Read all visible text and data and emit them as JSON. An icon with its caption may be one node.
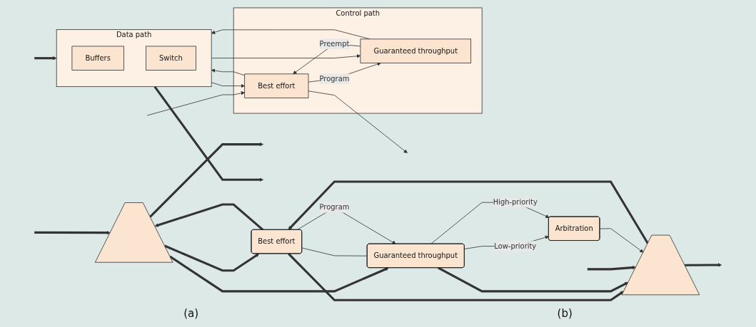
{
  "diagram": {
    "nodes": [
      {
        "text": [],
        "shape": "trapezoid"
      },
      {
        "text": [
          "Best effort"
        ]
      },
      {
        "text": [
          "Guaranteed throughput"
        ]
      },
      {
        "text": [
          "Arbitration"
        ]
      },
      {
        "text": [],
        "shape": "trapezoid"
      },
      {
        "text": [
          "Control path"
        ]
      },
      {
        "text": [
          "Best effort"
        ],
        "in": 5
      },
      {
        "text": [
          "Guaranteed throughput"
        ],
        "in": 5
      },
      {
        "text": [
          "Data path"
        ]
      },
      {
        "text": [
          "Buffers"
        ],
        "in": 8
      },
      {
        "text": [
          "Switch"
        ],
        "in": 8
      }
    ],
    "edges": [
      {
        "from": null,
        "to": 0,
        "arrow": "to",
        "style": "thick"
      },
      {
        "from": 0,
        "to": null,
        "arrow": "to",
        "style": "thick"
      },
      {
        "from": 0,
        "to": 1,
        "arrow": "to",
        "style": "thick"
      },
      {
        "from": 1,
        "to": 0,
        "arrow": "to",
        "style": "thick"
      },
      {
        "from": 1,
        "to": 4,
        "arrow": "to",
        "style": "thick"
      },
      {
        "from": 4,
        "to": 1,
        "arrow": "to",
        "style": "thick"
      },
      {
        "from": 0,
        "to": 2,
        "arrow": "to",
        "style": "thick"
      },
      {
        "from": 2,
        "to": 4,
        "arrow": "to",
        "style": "thick"
      },
      {
        "from": 4,
        "to": null,
        "arrow": "to",
        "style": "thick"
      },
      {
        "from": null,
        "to": 4,
        "arrow": "to",
        "style": "thick"
      },
      {
        "from": 1,
        "to": 2,
        "arrow": "none"
      },
      {
        "from": 1,
        "to": 2,
        "arrow": "to",
        "label": "Program"
      },
      {
        "from": 2,
        "to": 3,
        "arrow": "to",
        "label": "Low-priority"
      },
      {
        "from": 2,
        "to": 3,
        "arrow": "to",
        "label": "High-priority"
      },
      {
        "from": 3,
        "to": 4,
        "arrow": "to"
      },
      {
        "from": 6,
        "to": null,
        "arrow": "to"
      },
      {
        "from": null,
        "to": 6,
        "arrow": "to"
      },
      {
        "from": 7,
        "to": 6,
        "arrow": "to",
        "label": "Preempt"
      },
      {
        "from": 6,
        "to": 7,
        "arrow": "to",
        "label": "Program"
      },
      {
        "from": 8,
        "to": 6,
        "arrow": "to"
      },
      {
        "from": 8,
        "to": 7,
        "arrow": "to"
      },
      {
        "from": 7,
        "to": 8,
        "arrow": "to"
      },
      {
        "from": 6,
        "to": 8,
        "arrow": "to"
      },
      {
        "from": null,
        "to": 8,
        "arrow": "to",
        "style": "thick"
      },
      {
        "from": 8,
        "to": null,
        "arrow": "to",
        "style": "thick"
      }
    ],
    "labels": [
      "(a)",
      "(b)"
    ]
  }
}
